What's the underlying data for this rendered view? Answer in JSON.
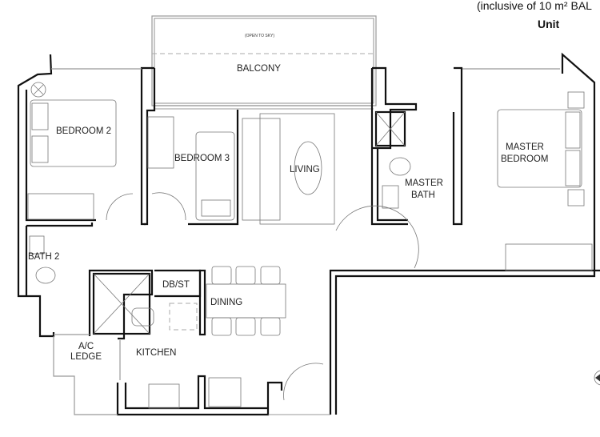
{
  "header": {
    "area_note": "(inclusive of 10 m² BAL",
    "unit_label": "Unit"
  },
  "rooms": {
    "open_to_sky": "(OPEN TO SKY)",
    "balcony": "BALCONY",
    "bedroom2": "BEDROOM 2",
    "bedroom3": "BEDROOM 3",
    "living": "LIVING",
    "master_bedroom_1": "MASTER",
    "master_bedroom_2": "BEDROOM",
    "master_bath_1": "MASTER",
    "master_bath_2": "BATH",
    "bath2": "BATH 2",
    "dbst": "DB/ST",
    "dining": "DINING",
    "kitchen": "KITCHEN",
    "ac_ledge_1": "A/C",
    "ac_ledge_2": "LEDGE"
  },
  "icons": {
    "compass": "compass-icon"
  }
}
